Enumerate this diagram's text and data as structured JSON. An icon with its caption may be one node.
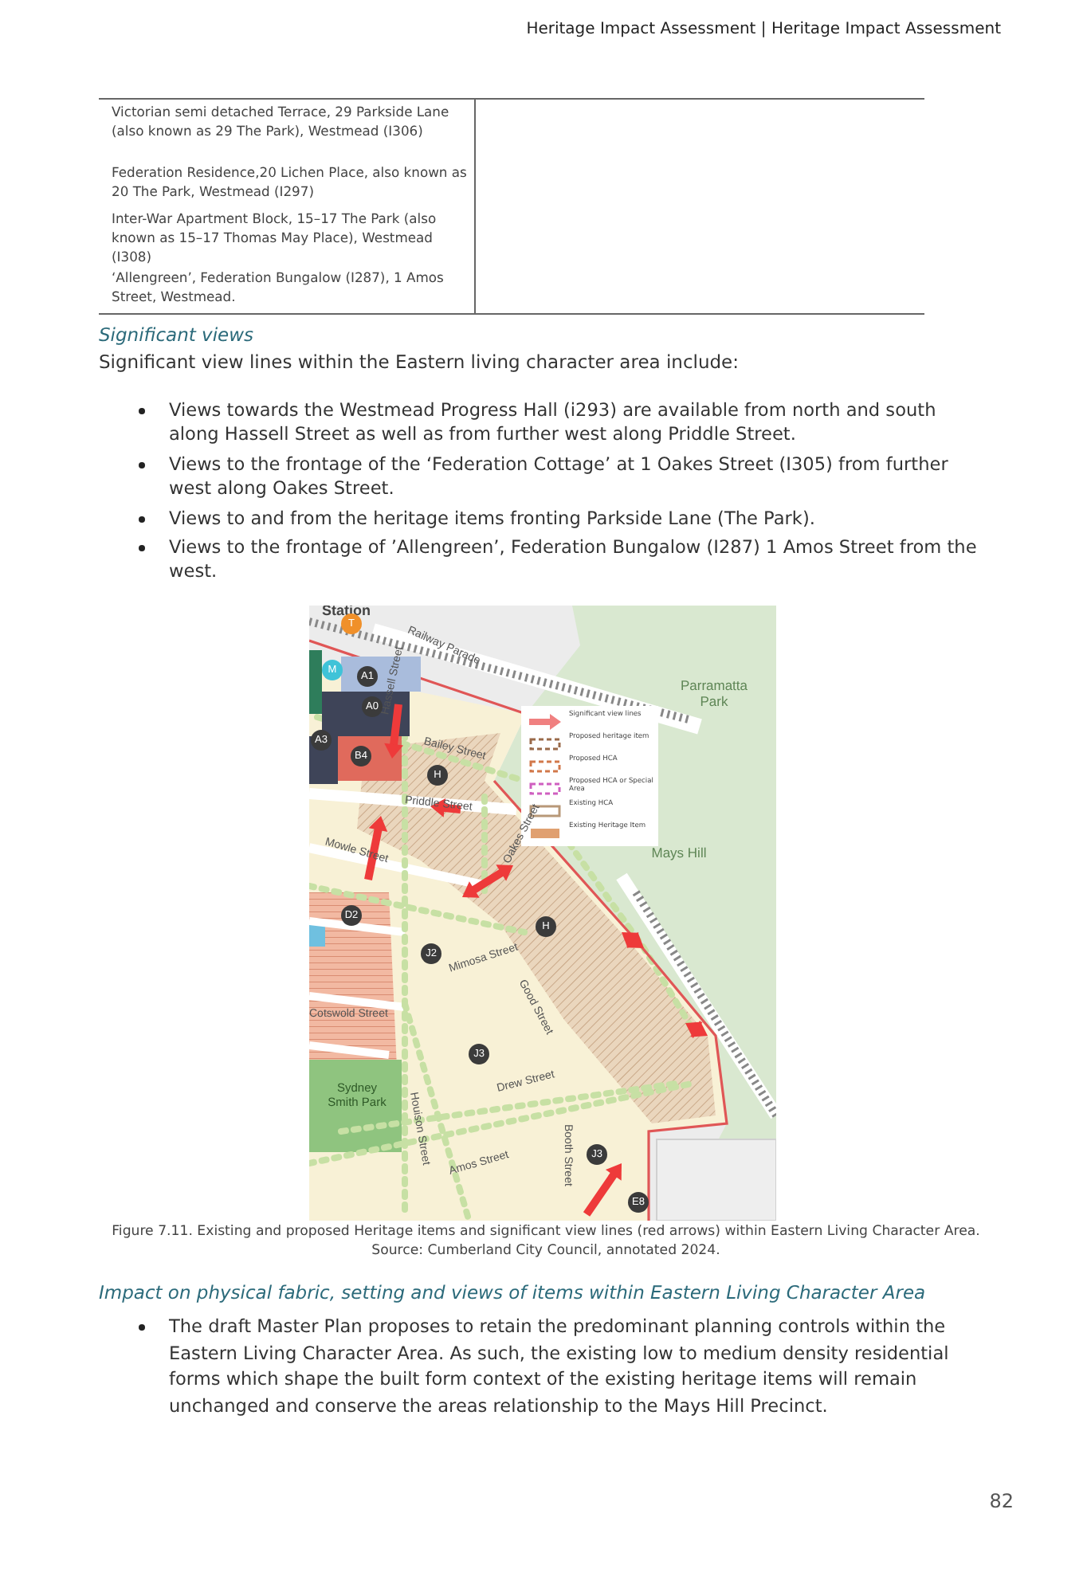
{
  "diagram": {
    "caption": "Figure 7.11. Existing and proposed Heritage items and significant view lines (red arrows) within Eastern Living Character Area. Source: Cumberland City Council, annotated 2024.",
    "labels": [
      "Heritage Impact Assessment | Heritage Impact Assessment",
      "Victorian semi detached Terrace, 29 Parkside Lane (also known as 29 The Park), Westmead (I306)",
      "Federation Residence,20 Lichen Place, also known as 20 The Park, Westmead (I297)",
      "Inter-War Apartment Block, 15–17 The Park (also known as 15–17 Thomas May Place), Westmead (I308)",
      "‘Allengreen’, Federation Bungalow (I287), 1 Amos Street, Westmead.",
      "Significant views",
      "Significant view lines within the Eastern living character area include:",
      "Views towards the Westmead Progress Hall (i293) are available from north and south along Hassell Street as well as from further west along Priddle Street.",
      "Views to the frontage of the ‘Federation Cottage’ at 1 Oakes Street (I305) from further west along Oakes Street.",
      "Views to and from the heritage items fronting Parkside Lane (The Park).",
      "Views to the frontage of ’Allengreen’, Federation Bungalow (I287) 1 Amos Street from the west.",
      "Station",
      "Railway Parade",
      "Parramatta Park",
      "Bailey Street",
      "Hassell Street",
      "Priddle Street",
      "Mowle Street",
      "Oakes Street",
      "Mays Hill",
      "Good Street",
      "Mimosa Street",
      "Cotswold Street",
      "Drew Street",
      "Houison Street",
      "Sydney Smith Park",
      "Amos Street",
      "Booth Street",
      "T",
      "M",
      "A1",
      "A0",
      "A3",
      "B4",
      "H",
      "D2",
      "J2",
      "H",
      "J3",
      "J3",
      "E8",
      "Impact on physical fabric, setting and views of items within Eastern Living Character Area",
      "The draft Master Plan proposes to retain the predominant planning controls within the Eastern Living Character Area. As such, the existing low to medium density residential forms which shape the built form context of the existing heritage items will remain unchanged and conserve the areas relationship to the Mays Hill Precinct.",
      "82"
    ],
    "legend": [
      {
        "text": "Significant view lines"
      },
      {
        "text": "Proposed heritage item"
      },
      {
        "text": "Proposed HCA"
      },
      {
        "text": "Proposed HCA or Special Area"
      },
      {
        "text": "Existing HCA"
      },
      {
        "text": "Existing Heritage Item"
      }
    ]
  }
}
